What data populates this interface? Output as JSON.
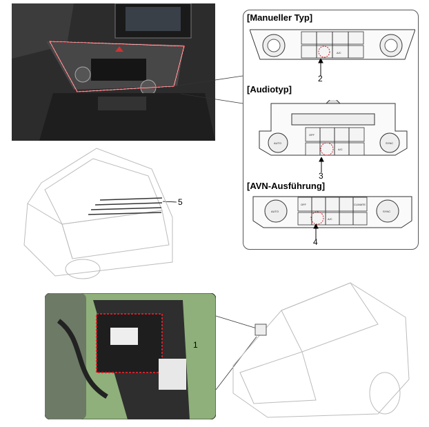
{
  "panels": {
    "manual": {
      "title": "[Manueller Typ]",
      "callout": "2"
    },
    "audio": {
      "title": "[Audiotyp]",
      "callout": "3"
    },
    "avn": {
      "title": "[AVN-Ausführung]",
      "callout": "4"
    }
  },
  "callouts": {
    "rear_glass": "5",
    "module": "1"
  },
  "button_labels": {
    "off": "OFF",
    "ac": "A/C",
    "auto": "AUTO",
    "sync": "SYNC",
    "climate": "CLIMATE"
  },
  "colors": {
    "highlight": "#d0202a",
    "photo_dark": "#2a2a2a",
    "photo_green": "#8fb07a"
  }
}
